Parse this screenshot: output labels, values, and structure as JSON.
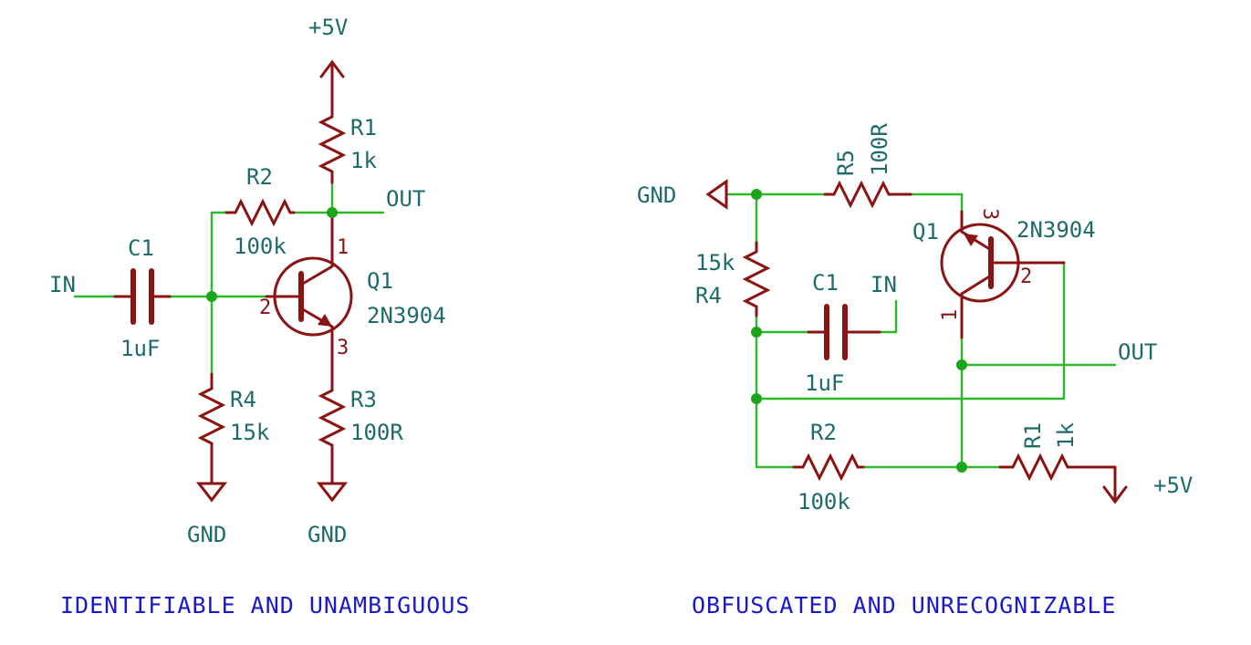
{
  "left": {
    "supply": "+5V",
    "output": "OUT",
    "input": "IN",
    "gnd_r4": "GND",
    "gnd_r3": "GND",
    "r1": {
      "ref": "R1",
      "value": "1k"
    },
    "r2": {
      "ref": "R2",
      "value": "100k"
    },
    "r3": {
      "ref": "R3",
      "value": "100R"
    },
    "r4": {
      "ref": "R4",
      "value": "15k"
    },
    "c1": {
      "ref": "C1",
      "value": "1uF"
    },
    "q1": {
      "ref": "Q1",
      "value": "2N3904",
      "pin_c": "1",
      "pin_b": "2",
      "pin_e": "3"
    },
    "caption": "IDENTIFIABLE AND UNAMBIGUOUS"
  },
  "right": {
    "gnd": "GND",
    "supply": "+5V",
    "output": "OUT",
    "input": "IN",
    "r5": {
      "ref": "R5",
      "value": "100R"
    },
    "r4": {
      "ref": "R4",
      "value": "15k"
    },
    "c1": {
      "ref": "C1",
      "value": "1uF"
    },
    "r2": {
      "ref": "R2",
      "value": "100k"
    },
    "r1": {
      "ref": "R1",
      "value": "1k"
    },
    "q1": {
      "ref": "Q1",
      "value": "2N3904",
      "pin_c": "1",
      "pin_b": "2",
      "pin_e": "3"
    },
    "caption": "OBFUSCATED AND UNRECOGNIZABLE"
  },
  "colors": {
    "wire": "#2eb82e",
    "component": "#8a1414",
    "label": "#1d6b6b",
    "caption": "#1a1acc"
  }
}
